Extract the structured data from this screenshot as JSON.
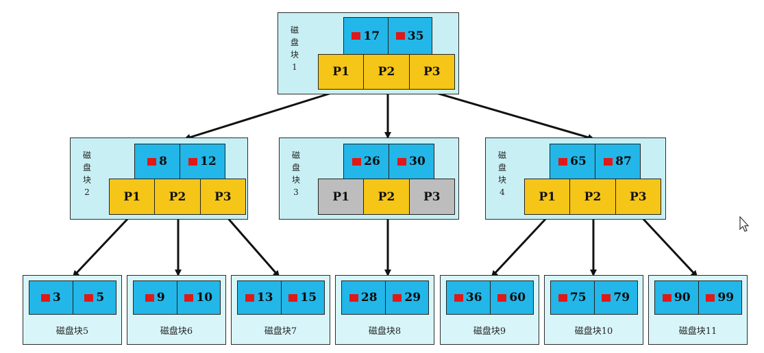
{
  "root": {
    "label": "磁盘块1",
    "keys": [
      "17",
      "35"
    ],
    "pointers": [
      "P1",
      "P2",
      "P3"
    ]
  },
  "level2": [
    {
      "label": "磁盘块2",
      "keys": [
        "8",
        "12"
      ],
      "pointers": [
        "P1",
        "P2",
        "P3"
      ],
      "grey": [
        false,
        false,
        false
      ]
    },
    {
      "label": "磁盘块3",
      "keys": [
        "26",
        "30"
      ],
      "pointers": [
        "P1",
        "P2",
        "P3"
      ],
      "grey": [
        true,
        false,
        true
      ]
    },
    {
      "label": "磁盘块4",
      "keys": [
        "65",
        "87"
      ],
      "pointers": [
        "P1",
        "P2",
        "P3"
      ],
      "grey": [
        false,
        false,
        false
      ]
    }
  ],
  "leaves": [
    {
      "label": "磁盘块5",
      "keys": [
        "3",
        "5"
      ]
    },
    {
      "label": "磁盘块6",
      "keys": [
        "9",
        "10"
      ]
    },
    {
      "label": "磁盘块7",
      "keys": [
        "13",
        "15"
      ]
    },
    {
      "label": "磁盘块8",
      "keys": [
        "28",
        "29"
      ]
    },
    {
      "label": "磁盘块9",
      "keys": [
        "36",
        "60"
      ]
    },
    {
      "label": "磁盘块10",
      "keys": [
        "75",
        "79"
      ]
    },
    {
      "label": "磁盘块11",
      "keys": [
        "90",
        "99"
      ]
    }
  ],
  "colors": {
    "key": "#22b7e8",
    "pointer": "#f5c518",
    "pointer_unused": "#bdbdbd",
    "block": "#c8f0f4",
    "marker": "#e01818"
  }
}
